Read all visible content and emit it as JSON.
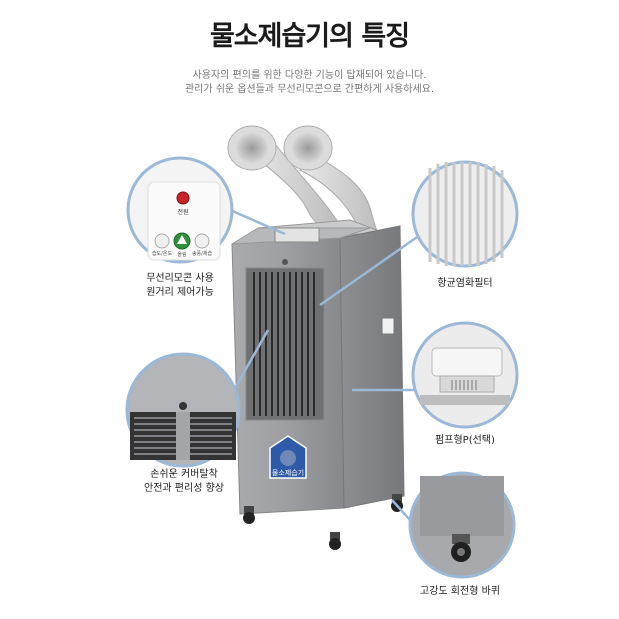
{
  "header": {
    "title": "물소제습기의 특징",
    "subtitle_line1": "사용자의 편의를 위한 다양한 기능이 탑재되어 있습니다.",
    "subtitle_line2": "관리가 쉬운 옵션들과 무선리모콘으로 간편하게 사용하세요."
  },
  "features": {
    "remote": {
      "line1": "무선리모콘 사용",
      "line2": "원거리 제어가능"
    },
    "filter": {
      "label": "항균염화필터"
    },
    "pump": {
      "label": "펌프형P(선택)"
    },
    "cover": {
      "line1": "손쉬운 커버탈착",
      "line2": "안전과 편리성 향상"
    },
    "wheel": {
      "label": "고강도 회전형 바퀴"
    }
  },
  "remote_panel": {
    "power": "전원",
    "up": "올림",
    "left": "습도/온도",
    "right": "송풍/제습"
  },
  "product": {
    "logo_text": "물소제습기"
  },
  "colors": {
    "circle_border": "#9bb8d6",
    "body": "#9ea0a3",
    "title": "#1b1b1b"
  }
}
